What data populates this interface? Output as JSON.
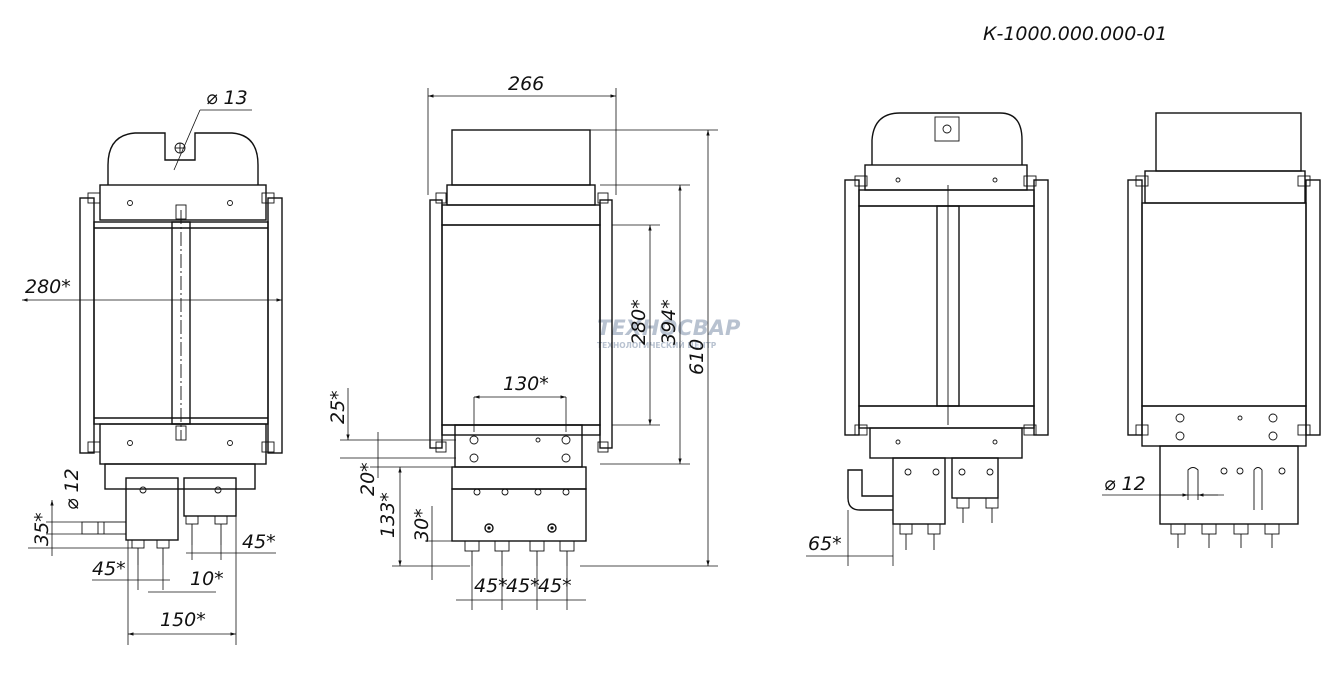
{
  "drawing": {
    "designation": "К-1000.000.000-01"
  },
  "watermark": {
    "brand": "ТЕХНОСВАР",
    "subtitle": "ТЕХНОЛОГИЧЕСКИЙ ЦЕНТР"
  },
  "dimensions": {
    "front_view": {
      "hole_diameter": "⌀ 13",
      "width": "280*",
      "terminal_diameter": "⌀ 12",
      "terminal_offset": "35*",
      "spacing_left": "45*",
      "spacing_right": "45*",
      "gap": "10*",
      "overall_width": "150*"
    },
    "side_view": {
      "depth": "266",
      "height_core": "280*",
      "height_frame": "394*",
      "height_total": "610",
      "hole_spacing": "130*",
      "offset_top": "25*",
      "offset_mid": "20*",
      "terminal_height": "133*",
      "terminal_offset": "30*",
      "pitch_1": "45*",
      "pitch_2": "45*",
      "pitch_3": "45*"
    },
    "rear_view": {
      "offset": "65*"
    },
    "side_view_2": {
      "terminal_diameter": "⌀ 12"
    }
  }
}
